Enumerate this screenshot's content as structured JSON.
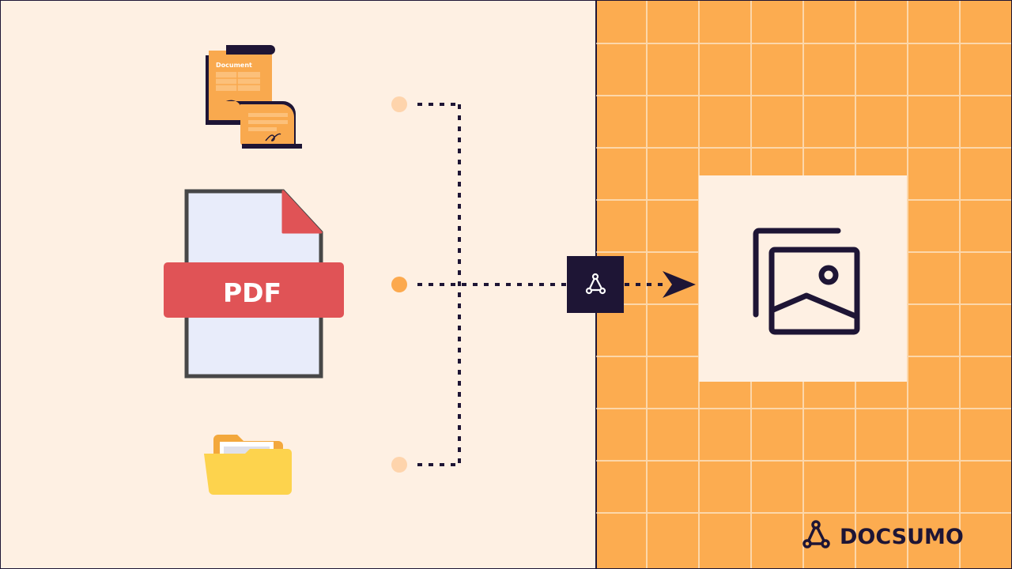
{
  "document_icon": {
    "title": "Document"
  },
  "pdf_icon": {
    "label": "PDF"
  },
  "brand": {
    "name": "DOCSUMO"
  },
  "colors": {
    "left_bg": "#fef0e3",
    "right_bg": "#fcac50",
    "dark": "#1e1535",
    "pdf_red": "#e05356",
    "pdf_page": "#e8ecfa",
    "doc_orange": "#f9a94e",
    "folder_yellow": "#fdd34d",
    "dot_active": "#fca94e",
    "dot_inactive": "#fed4ac"
  },
  "icons": {
    "document": "document-icon",
    "pdf": "pdf-file-icon",
    "folder": "folder-icon",
    "hub": "docsumo-hub-icon",
    "arrow": "arrow-head-icon",
    "image": "image-gallery-icon",
    "logo": "docsumo-logo-icon"
  }
}
